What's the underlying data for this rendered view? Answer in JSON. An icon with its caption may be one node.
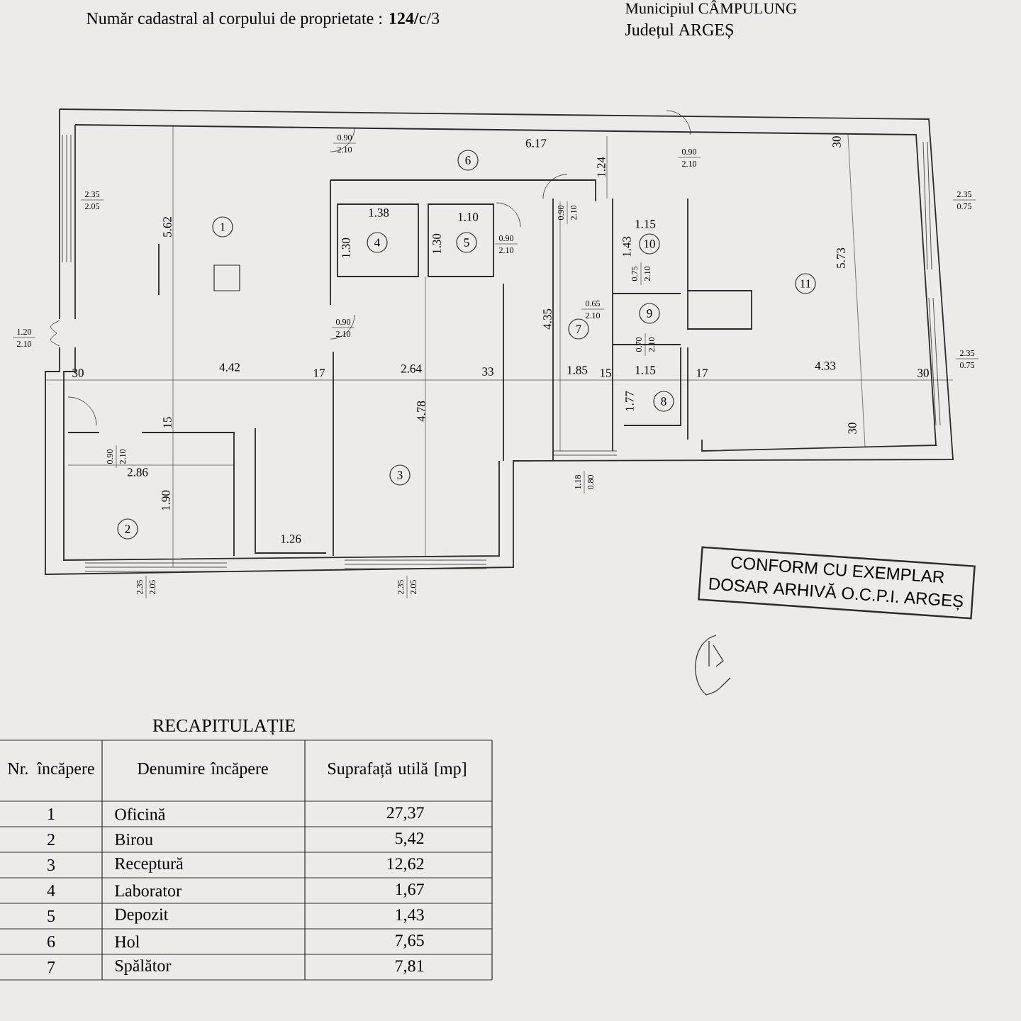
{
  "diagram": {
    "nodes": [
      {
        "text": [
          "1"
        ]
      },
      {
        "text": [
          "2"
        ]
      },
      {
        "text": [
          "3"
        ]
      },
      {
        "text": [
          "4"
        ]
      },
      {
        "text": [
          "5"
        ]
      },
      {
        "text": [
          "6"
        ]
      },
      {
        "text": [
          "7"
        ]
      },
      {
        "text": [
          "8"
        ]
      },
      {
        "text": [
          "9"
        ]
      },
      {
        "text": [
          "10"
        ]
      },
      {
        "text": [
          "11"
        ]
      },
      {
        "text": [
          "CONFORM CU EXEMPLAR",
          "DOSAR ARHIVĂ O.C.P.I. ARGEȘ"
        ]
      }
    ],
    "labels": [
      "Număr cadastral al corpului de proprietate : **124/**c/3",
      "Municipiul CÂMPULUNG",
      "Județul ARGEȘ",
      "0.90",
      "2.10",
      "6.17",
      "30",
      "0.90",
      "2.10",
      "1.24",
      "2.35",
      "2.05",
      "5.62",
      "1.38",
      "1.10",
      "1.15",
      "0.90",
      "2.10",
      "1.30",
      "1.30",
      "0.90",
      "2.10",
      "1.43",
      "5.73",
      "0.75",
      "2.10",
      "0.65",
      "2.10",
      "4.35",
      "1.20",
      "2.10",
      "0.90",
      "2.10",
      "2.35",
      "0.75",
      "0.70",
      "2.10",
      "2.35",
      "0.75",
      "30",
      "4.42",
      "17",
      "2.64",
      "33",
      "1.85",
      "15",
      "1.15",
      "17",
      "4.33",
      "30",
      "1.77",
      "4.78",
      "15",
      "30",
      "0.90",
      "2.10",
      "2.86",
      "1.90",
      "1.18",
      "0.80",
      "1.26",
      "2.35",
      "2.05",
      "2.35",
      "2.05",
      "RECAPITULAȚIE",
      "Nr. încăpere",
      "Denumire încăpere",
      "Suprafață utilă [mp]",
      "1",
      "Oficină",
      "27,37",
      "2",
      "Birou",
      "5,42",
      "3",
      "Receptură",
      "12,62",
      "4",
      "Laborator",
      "1,67",
      "5",
      "Depozit",
      "1,43",
      "6",
      "Hol",
      "7,65",
      "7",
      "Spălător",
      "7,81"
    ]
  }
}
